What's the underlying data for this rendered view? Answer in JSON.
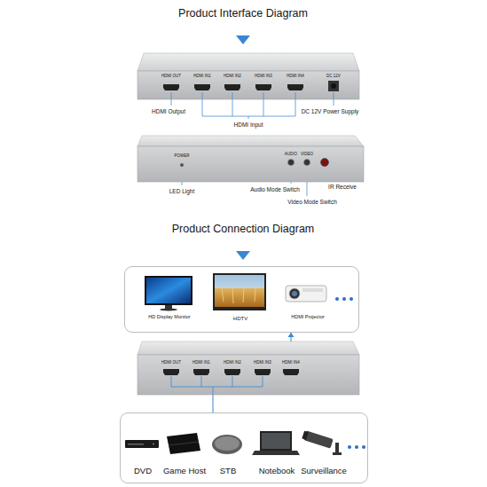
{
  "diagram": {
    "title": "Product Interface Diagram",
    "nodes": [
      {
        "text": [
          "HDMI OUT",
          "HDMI IN1",
          "HDMI IN2",
          "HDMI IN3",
          "HDMI IN4",
          "DC 12V"
        ]
      },
      {
        "text": [
          "POWER",
          "AUDIO",
          "VIDEO"
        ]
      },
      {
        "text": [
          "HD Display Monitor",
          "HDTV",
          "HDMI Projector"
        ]
      },
      {
        "text": [
          "HDMI OUT",
          "HDMI IN1",
          "HDMI IN2",
          "HDMI IN3",
          "HDMI IN4"
        ]
      },
      {
        "text": [
          "DVD",
          "Game Host",
          "STB",
          "Notebook",
          "Surveillance"
        ]
      }
    ],
    "edges": [
      {
        "from": 3,
        "to": 2,
        "arrow": "to"
      },
      {
        "from": 4,
        "to": 3,
        "arrow": "none"
      }
    ],
    "labels": [
      "HDMI Output",
      "HDMI Input",
      "DC 12V Power Supply",
      "LED Light",
      "Audio Mode Switch",
      "IR Receive",
      "Video Mode Switch",
      "Product Connection Diagram"
    ]
  }
}
